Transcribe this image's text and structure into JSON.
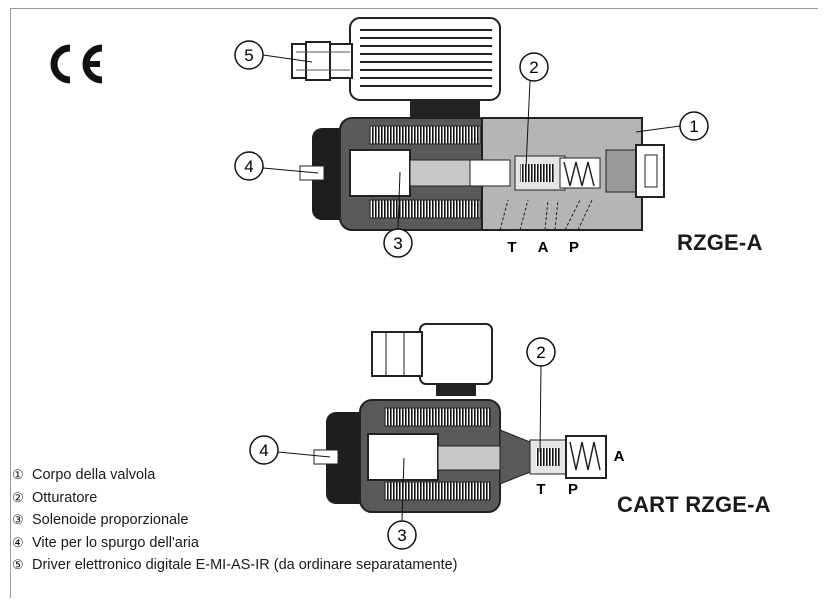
{
  "ce_mark": "CE",
  "upper": {
    "model": "RZGE-A",
    "ports": [
      "T",
      "A",
      "P"
    ],
    "callouts": [
      "1",
      "2",
      "3",
      "4",
      "5"
    ]
  },
  "lower": {
    "model": "CART RZGE-A",
    "ports": [
      "T",
      "P",
      "A"
    ],
    "callouts": [
      "2",
      "3",
      "4"
    ]
  },
  "legend": [
    {
      "num": "①",
      "text": "Corpo della valvola"
    },
    {
      "num": "②",
      "text": "Otturatore"
    },
    {
      "num": "③",
      "text": "Solenoide proporzionale"
    },
    {
      "num": "④",
      "text": "Vite per lo spurgo dell'aria"
    },
    {
      "num": "⑤",
      "text": "Driver elettronico digitale E-MI-AS-IR (da ordinare separatamente)"
    }
  ],
  "colors": {
    "dark": "#1e1e1e",
    "mid": "#5a5a5a",
    "light": "#c8c8c8",
    "body": "#b5b5b5"
  }
}
